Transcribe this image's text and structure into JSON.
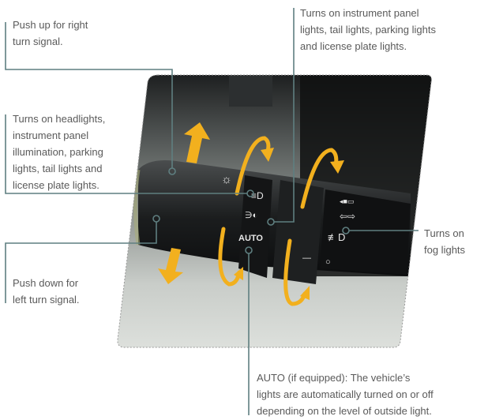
{
  "captions": {
    "push_up": [
      "Push up for right",
      "turn signal."
    ],
    "headlights": [
      "Turns on headlights,",
      "instrument panel",
      "illumination, parking",
      "lights, tail lights and",
      "license plate lights."
    ],
    "push_down": [
      "Push down for",
      "left turn signal."
    ],
    "tail_lights": [
      "Turns on instrument panel",
      "lights, tail lights, parking lights",
      "and license plate lights."
    ],
    "fog": [
      "Turns on",
      "fog lights"
    ],
    "auto": [
      "AUTO (if equipped): The vehicle’s",
      "lights are automatically turned on or off",
      "depending on the level of outside light."
    ]
  },
  "lever_labels": {
    "auto": "AUTO"
  },
  "colors": {
    "leader": "#5f7f80",
    "arrow": "#f2b01e",
    "text": "#5a5a5a"
  }
}
